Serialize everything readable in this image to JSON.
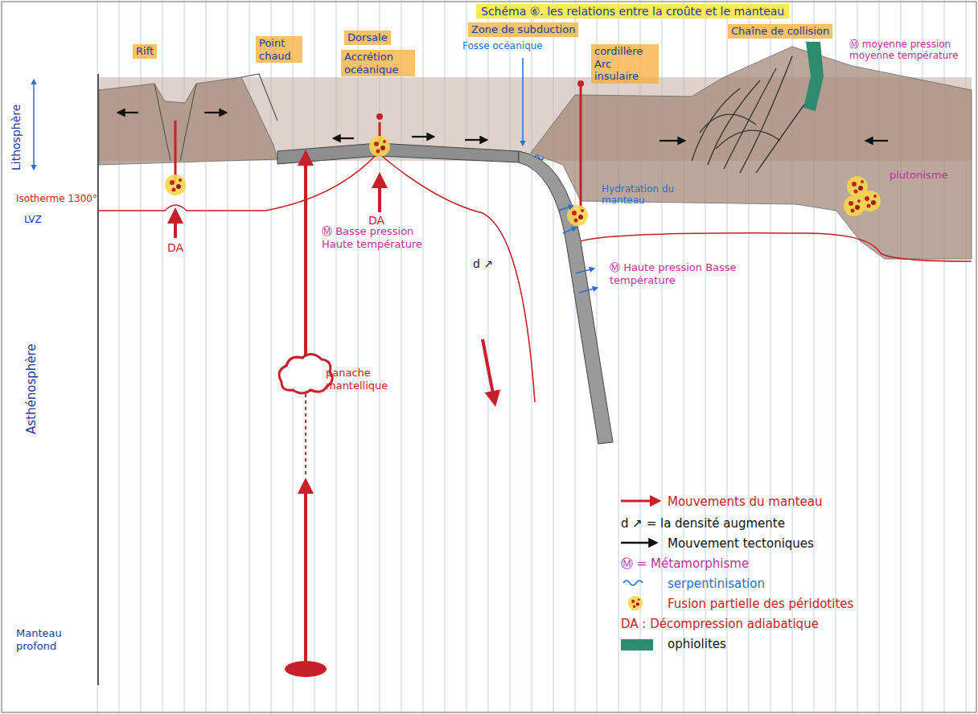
{
  "diagram": {
    "title": "Schéma ⑥. les relations entre la croûte et le manteau",
    "nodes": [
      {
        "text": [
          "Rift"
        ]
      },
      {
        "text": [
          "Point chaud"
        ]
      },
      {
        "text": [
          "Dorsale"
        ]
      },
      {
        "text": [
          "Accrétion océanique"
        ]
      },
      {
        "text": [
          "Zone de subduction"
        ]
      },
      {
        "text": [
          "cordillère Arc insulaire"
        ]
      },
      {
        "text": [
          "Chaîne de collision"
        ]
      }
    ],
    "labels": [
      "Fosse océanique",
      "Ⓜ moyenne pression moyenne température",
      "Lithosphère",
      "Isotherme 1300°",
      "LVZ",
      "DA",
      "DA",
      "Ⓜ Basse pression Haute température",
      "d ↗",
      "Hydratation du manteau",
      "Ⓜ Haute pression Basse température",
      "Asthénosphère",
      "panache mantellique",
      "plutonisme",
      "Manteau profond"
    ],
    "legend": [
      {
        "text": "Mouvements du manteau"
      },
      {
        "text": "d ↗ = la densité augmente"
      },
      {
        "text": "Mouvement tectoniques"
      },
      {
        "text": "Ⓜ = Métamorphisme"
      },
      {
        "text": "serpentinisation"
      },
      {
        "text": "Fusion partielle des péridotites"
      },
      {
        "text": "DA : Décompression adiabatique"
      },
      {
        "text": "ophiolites",
        "color": "#2e8b6e"
      }
    ]
  }
}
